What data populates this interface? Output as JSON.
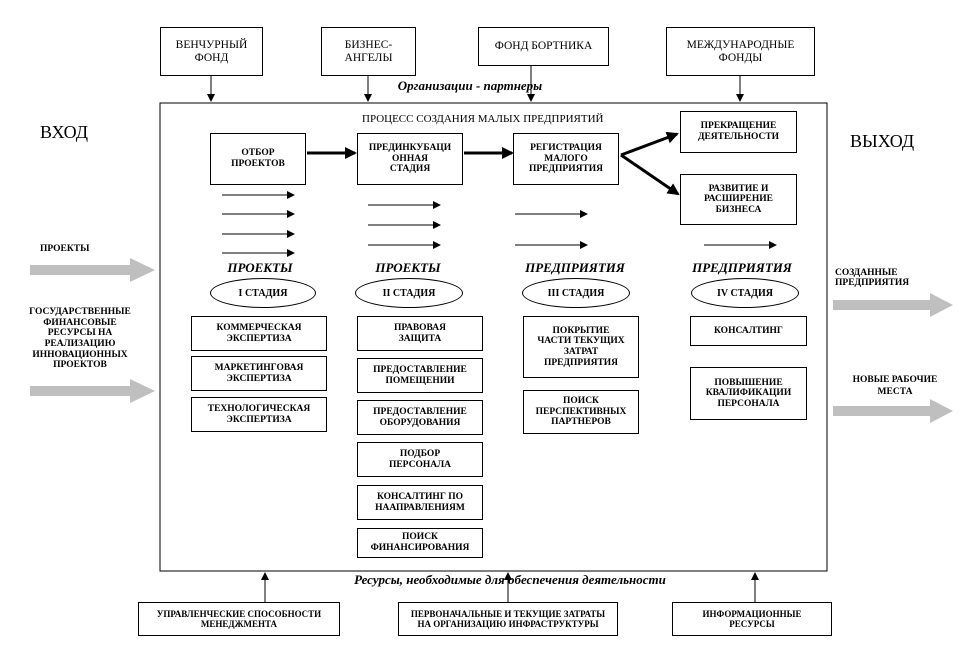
{
  "partners": {
    "venture_fund": "ВЕНЧУРНЫЙ\nФОНД",
    "business_angels": "БИЗНЕС-\nАНГЕЛЫ",
    "bortnik_fund": "ФОНД БОРТНИКА",
    "international_funds": "МЕЖДУНАРОДНЫЕ\nФОНДЫ",
    "label": "Организации - партнеры"
  },
  "process_title": "ПРОЦЕСС СОЗДАНИЯ МАЛЫХ ПРЕДПРИЯТИЙ",
  "input": {
    "title": "ВХОД",
    "projects": "ПРОЕКТЫ",
    "state_resources": "ГОСУДАРСТВЕННЫЕ\nФИНАНСОВЫЕ\nРЕСУРСЫ НА\nРЕАЛИЗАЦИЮ\nИННОВАЦИОННЫХ\nПРОЕКТОВ"
  },
  "output": {
    "title": "ВЫХОД",
    "created_enterprises": "СОЗДАННЫЕ\nПРЕДПРИЯТИЯ",
    "new_jobs": "НОВЫЕ РАБОЧИЕ\nМЕСТА"
  },
  "flow": {
    "selection": "ОТБОР\nПРОЕКТОВ",
    "preincubation": "ПРЕДИНКУБАЦИ\nОННАЯ\nСТАДИЯ",
    "registration": "РЕГИСТРАЦИЯ\nМАЛОГО\nПРЕДПРИЯТИЯ",
    "termination": "ПРЕКРАЩЕНИЕ\nДЕЯТЕЛЬНОСТИ",
    "development": "РАЗВИТИЕ И\nРАСШИРЕНИЕ\nБИЗНЕСА"
  },
  "stages": [
    {
      "category": "ПРОЕКТЫ",
      "name": "I СТАДИЯ",
      "items": [
        "КОММЕРЧЕСКАЯ\nЭКСПЕРТИЗА",
        "МАРКЕТИНГОВАЯ\nЭКСПЕРТИЗА",
        "ТЕХНОЛОГИЧЕСКАЯ\nЭКСПЕРТИЗА"
      ]
    },
    {
      "category": "ПРОЕКТЫ",
      "name": "II СТАДИЯ",
      "items": [
        "ПРАВОВАЯ\nЗАЩИТА",
        "ПРЕДОСТАВЛЕНИЕ\nПОМЕЩЕНИИ",
        "ПРЕДОСТАВЛЕНИЕ\nОБОРУДОВАНИЯ",
        "ПОДБОР\nПЕРСОНАЛА",
        "КОНСАЛТИНГ ПО\nНААПРАВЛЕНИЯМ",
        "ПОИСК\nФИНАНСИРОВАНИЯ"
      ]
    },
    {
      "category": "ПРЕДПРИЯТИЯ",
      "name": "III СТАДИЯ",
      "items": [
        "ПОКРЫТИЕ\nЧАСТИ ТЕКУЩИХ\nЗАТРАТ\nПРЕДПРИЯТИЯ",
        "ПОИСК\nПЕРСПЕКТИВНЫХ\nПАРТНЕРОВ"
      ]
    },
    {
      "category": "ПРЕДПРИЯТИЯ",
      "name": "IV СТАДИЯ",
      "items": [
        "КОНСАЛТИНГ",
        "ПОВЫШЕНИЕ\nКВАЛИФИКАЦИИ\nПЕРСОНАЛА"
      ]
    }
  ],
  "resources": {
    "label": "Ресурсы, необходимые для обеспечения деятельности",
    "management": "УПРАВЛЕНЧЕСКИЕ СПОСОБНОСТИ\nМЕНЕДЖМЕНТА",
    "infrastructure": "ПЕРВОНАЧАЛЬНЫЕ И ТЕКУЩИЕ ЗАТРАТЫ\nНА ОРГАНИЗАЦИЮ ИНФРАСТРУКТУРЫ",
    "information": "ИНФОРМАЦИОННЫЕ\nРЕСУРСЫ"
  }
}
